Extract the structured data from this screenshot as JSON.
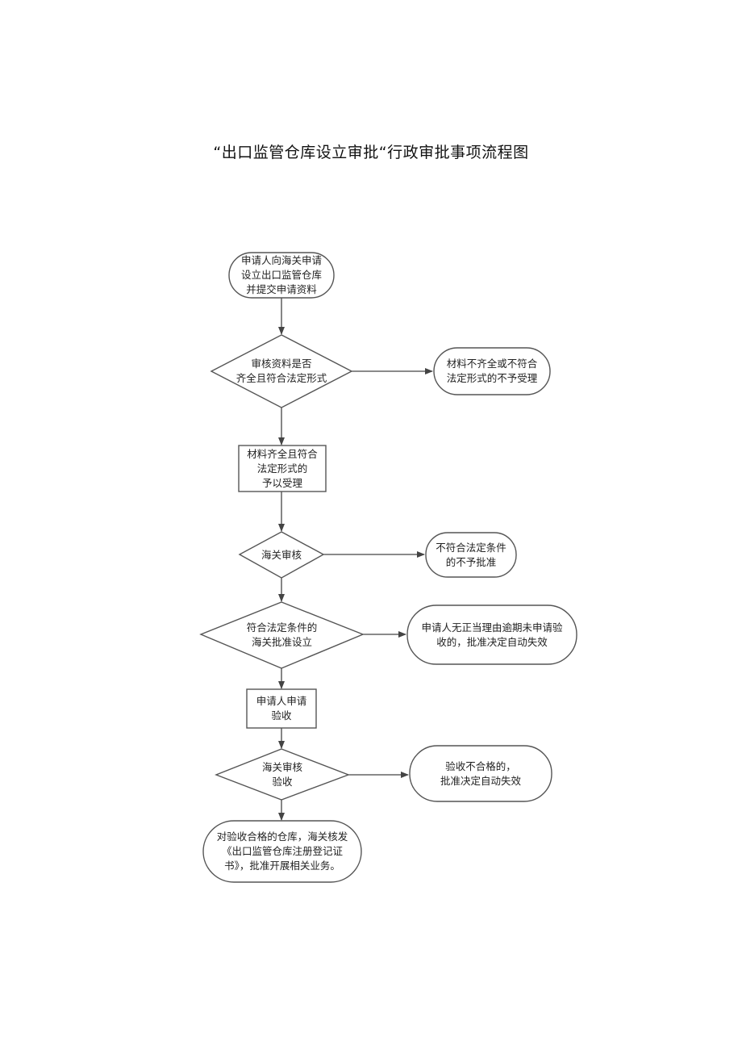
{
  "title": "“出口监管仓库设立审批“行政审批事项流程图",
  "nodes": {
    "apply": {
      "lines": [
        "申请人向海关申请",
        "设立出口监管仓库",
        "并提交申请资料"
      ]
    },
    "check_docs": {
      "lines": [
        "审核资料是否",
        "齐全且符合法定形式"
      ]
    },
    "reject_docs": {
      "lines": [
        "材料不齐全或不符合",
        "法定形式的不予受理"
      ]
    },
    "accept": {
      "lines": [
        "材料齐全且符合",
        "法定形式的",
        "予以受理"
      ]
    },
    "customs_review": {
      "lines": [
        "海关审核"
      ]
    },
    "not_approved": {
      "lines": [
        "不符合法定条件",
        "的不予批准"
      ]
    },
    "approve_setup": {
      "lines": [
        "符合法定条件的",
        "海关批准设立"
      ]
    },
    "overdue_void": {
      "lines": [
        "申请人无正当理由逾期未申请验",
        "收的，批准决定自动失效"
      ]
    },
    "apply_inspection": {
      "lines": [
        "申请人申请",
        "验收"
      ]
    },
    "review_inspection": {
      "lines": [
        "海关审核",
        "验收"
      ]
    },
    "inspection_fail": {
      "lines": [
        "验收不合格的，",
        "批准决定自动失效"
      ]
    },
    "certificate": {
      "lines": [
        "对验收合格的仓库，海关核发",
        "《出口监管仓库注册登记证",
        "书》，批准开展相关业务。"
      ]
    }
  }
}
